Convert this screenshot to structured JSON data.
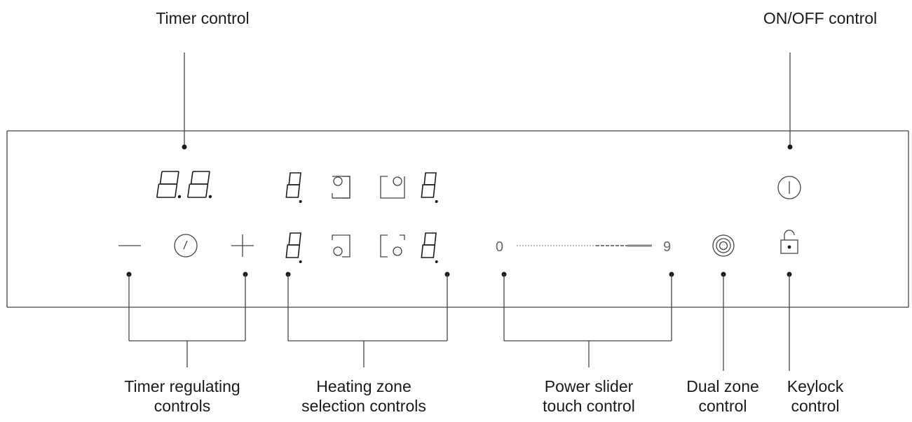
{
  "labels": {
    "timer_control": "Timer control",
    "on_off_control": "ON/OFF control",
    "timer_regulating": [
      "Timer regulating",
      "controls"
    ],
    "heating_zone": [
      "Heating zone",
      "selection controls"
    ],
    "power_slider": [
      "Power slider",
      "touch control"
    ],
    "dual_zone": [
      "Dual zone",
      "control"
    ],
    "keylock": [
      "Keylock",
      "control"
    ]
  },
  "panel": {
    "slider_min": "0",
    "slider_max": "9",
    "timer_display": "8.8.",
    "zone_digits": [
      "8.",
      "8.",
      "8.",
      "8."
    ]
  },
  "colors": {
    "ink": "#1a1a1a",
    "slider_text": "#666666"
  }
}
